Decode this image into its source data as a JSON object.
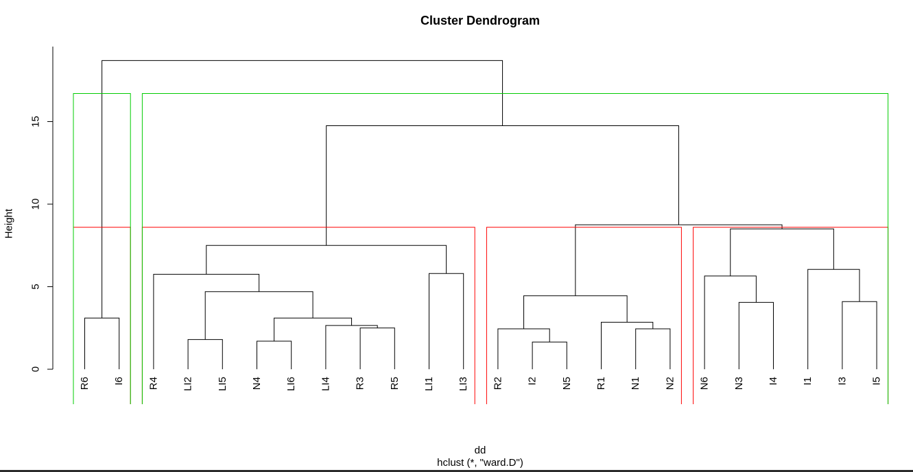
{
  "chart_data": {
    "type": "dendrogram",
    "title": "Cluster Dendrogram",
    "xlabel": "dd",
    "sublabel": "hclust (*, \"ward.D\")",
    "ylabel": "Height",
    "ylim": [
      0,
      19
    ],
    "yticks": [
      0,
      5,
      10,
      15
    ],
    "leaves": [
      "R6",
      "I6",
      "R4",
      "LI2",
      "LI5",
      "N4",
      "LI6",
      "LI4",
      "R3",
      "R5",
      "LI1",
      "LI3",
      "R2",
      "I2",
      "N5",
      "R1",
      "N1",
      "N2",
      "N6",
      "N3",
      "I4",
      "I1",
      "I3",
      "I5"
    ],
    "merges": [
      {
        "a": "N4",
        "b": "LI6",
        "height": 1.7
      },
      {
        "a": "I2",
        "b": "N5",
        "height": 1.65
      },
      {
        "a": "LI2",
        "b": "LI5",
        "height": 1.8
      },
      {
        "a": "R2",
        "b": "[I2,N5]",
        "height": 2.45
      },
      {
        "a": "N1",
        "b": "N2",
        "height": 2.45
      },
      {
        "a": "R3",
        "b": "R5",
        "height": 2.5
      },
      {
        "a": "LI4",
        "b": "[R3,R5]",
        "height": 2.65
      },
      {
        "a": "R1",
        "b": "[N1,N2]",
        "height": 2.85
      },
      {
        "a": "R6",
        "b": "I6",
        "height": 3.1
      },
      {
        "a": "[N4,LI6]",
        "b": "[LI4,R3,R5]",
        "height": 3.1
      },
      {
        "a": "N3",
        "b": "I4",
        "height": 4.05
      },
      {
        "a": "I3",
        "b": "I5",
        "height": 4.1
      },
      {
        "a": "R2 group",
        "b": "R1 group",
        "height": 4.45
      },
      {
        "a": "N6",
        "b": "[N3,I4]",
        "height": 5.65
      },
      {
        "a": "[LI2,LI5]",
        "b": "[N4..R5]",
        "height": 4.7
      },
      {
        "a": "R4",
        "b": "[LI2..R5]",
        "height": 5.75
      },
      {
        "a": "LI1",
        "b": "LI3",
        "height": 5.8
      },
      {
        "a": "I1",
        "b": "[I3,I5]",
        "height": 6.05
      },
      {
        "a": "[N6,N3,I4]",
        "b": "[I1,I3,I5]",
        "height": 8.5
      },
      {
        "a": "[R4..R5]",
        "b": "[LI1,LI3]",
        "height": 7.5
      },
      {
        "a": "[R2..N2]",
        "b": "[N6..I5]",
        "height": 8.75
      },
      {
        "a": "[R4..LI3]",
        "b": "[R2..I5]",
        "height": 14.75
      },
      {
        "a": "[R6,I6]",
        "b": "[R4..I5]",
        "height": 18.7
      }
    ],
    "cut_boxes": [
      {
        "color": "#ff0000",
        "cut_height": 8.6,
        "clusters": [
          [
            "R6",
            "I6"
          ],
          [
            "R4",
            "LI2",
            "LI5",
            "N4",
            "LI6",
            "LI4",
            "R3",
            "R5",
            "LI1",
            "LI3"
          ],
          [
            "R2",
            "I2",
            "N5",
            "R1",
            "N1",
            "N2"
          ],
          [
            "N6",
            "N3",
            "I4",
            "I1",
            "I3",
            "I5"
          ]
        ]
      },
      {
        "color": "#00cc00",
        "cut_height": 16.7,
        "clusters": [
          [
            "R6",
            "I6"
          ],
          [
            "R4",
            "LI2",
            "LI5",
            "N4",
            "LI6",
            "LI4",
            "R3",
            "R5",
            "LI1",
            "LI3",
            "R2",
            "I2",
            "N5",
            "R1",
            "N1",
            "N2",
            "N6",
            "N3",
            "I4",
            "I1",
            "I3",
            "I5"
          ]
        ]
      }
    ],
    "colors": {
      "tree": "#000000",
      "box_k4": "#ff0000",
      "box_k2": "#00cc00"
    }
  }
}
